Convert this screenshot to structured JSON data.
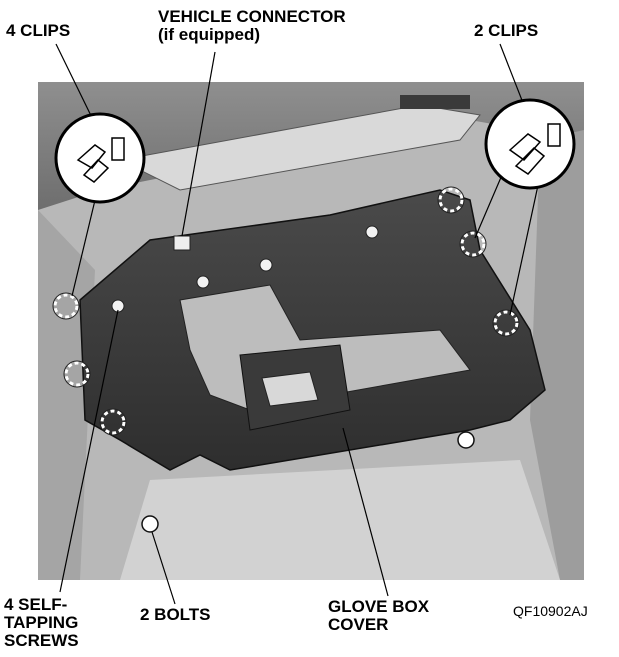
{
  "labels": {
    "four_clips": "4 CLIPS",
    "vehicle_connector": "VEHICLE CONNECTOR\n(if equipped)",
    "two_clips": "2 CLIPS",
    "self_tapping_screws": "4 SELF-\nTAPPING\nSCREWS",
    "two_bolts": "2 BOLTS",
    "glove_box_cover": "GLOVE BOX\nCOVER"
  },
  "figure_code": "QF10902AJ"
}
